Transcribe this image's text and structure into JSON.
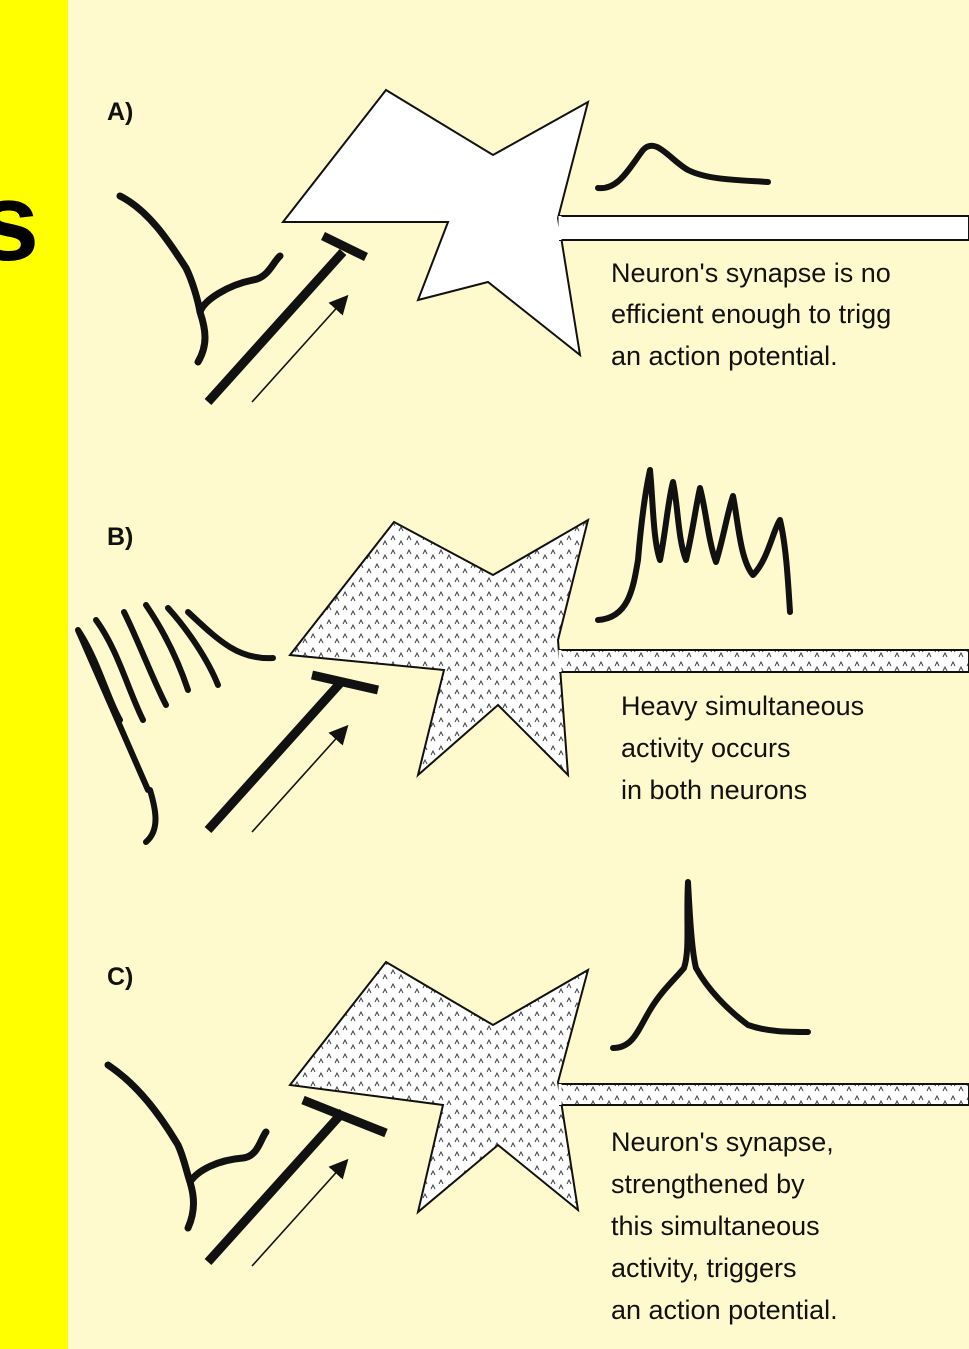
{
  "page": {
    "edge_glyph": "s"
  },
  "diagram": {
    "panels": [
      {
        "label": "A)",
        "caption_lines": [
          "Neuron's synapse is no",
          "efficient enough to trigg",
          "an action potential."
        ]
      },
      {
        "label": "B)",
        "caption_lines": [
          "Heavy simultaneous",
          "activity occurs",
          "in both neurons"
        ]
      },
      {
        "label": "C)",
        "caption_lines": [
          "Neuron's synapse,",
          "strengthened by",
          "this simultaneous",
          "activity, triggers",
          "an action potential."
        ]
      }
    ]
  },
  "colors": {
    "outer_background": "#ffff00",
    "panel_background": "#fffacd",
    "ink": "#111111"
  }
}
